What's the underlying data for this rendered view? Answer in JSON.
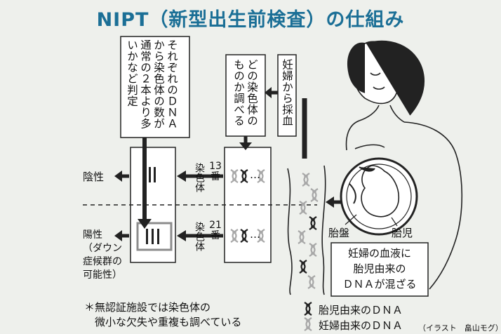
{
  "title": "NIPT（新型出生前検査）の仕組み",
  "box_compare": "それぞれのＤＮＡ\nから染色体の数が\n通常の２本より多\nいかなど判定",
  "box_examine": "どの染色体の\nものか調べる",
  "box_blood": "妊婦から採血",
  "result_negative": "陰性",
  "result_positive": "陽性\n（ダウン\n症候群の\n可能性）",
  "chromosome_label": "染色体",
  "chrom13_number": "13番",
  "chrom21_number": "21番",
  "placenta_label": "胎盤",
  "fetus_label": "胎児",
  "mixing_text": "妊婦の血液に\n胎児由来の\nＤＮＡが混ざる",
  "legend_fetal": "胎児由来のＤＮＡ",
  "legend_maternal": "妊婦由来のＤＮＡ",
  "footnote": "＊無認証施設では染色体の\n　微小な欠失や重複も調べている",
  "credit": "（イラスト　畠山モグ）",
  "ellipsis": "…",
  "colors": {
    "title": "#1b6f96",
    "background": "#eef0ec",
    "positive_frame": "#8c8c8c"
  }
}
